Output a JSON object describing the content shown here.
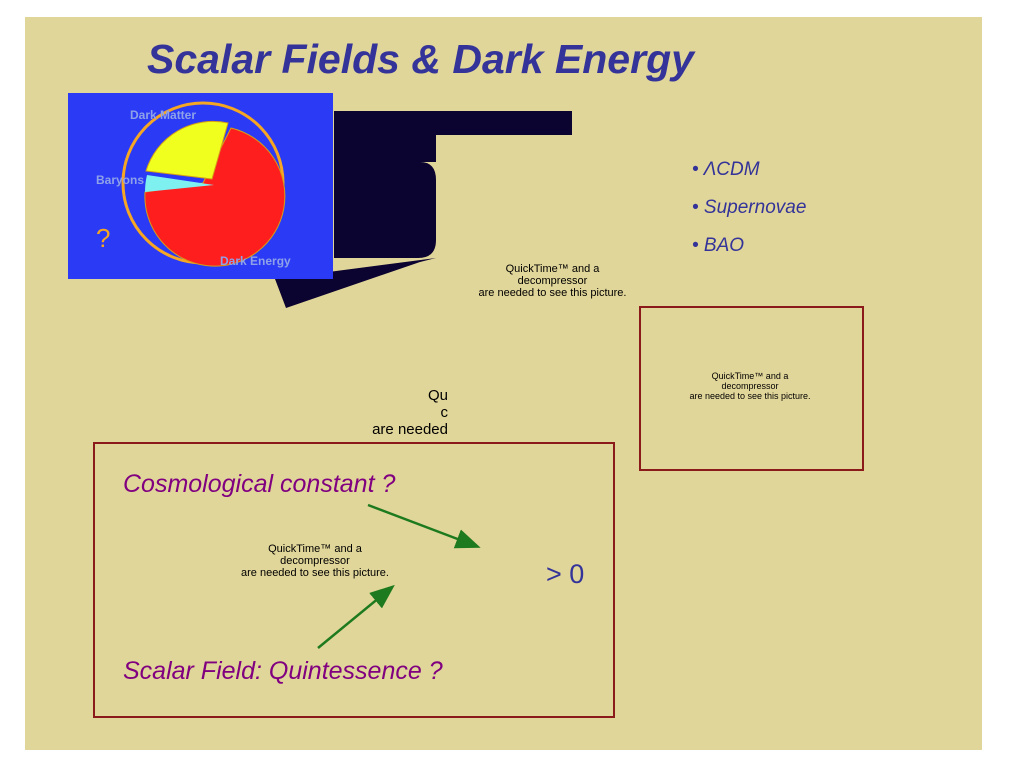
{
  "slide": {
    "title": "Scalar Fields & Dark Energy",
    "background_color": "#e1d699",
    "title_color": "#333399"
  },
  "pie_figure": {
    "labels": {
      "dark_matter": "Dark Matter",
      "baryons": "Baryons",
      "dark_energy": "Dark Energy",
      "unknown": "?"
    },
    "colors": {
      "panel": "#2a3af5",
      "dark_matter": "#f0ff1e",
      "baryons": "#7ff0f0",
      "dark_energy": "#ff1e1e",
      "ring": "#f5a623"
    }
  },
  "bullets": [
    "• ΛCDM",
    "• Supernovae",
    "• BAO"
  ],
  "quicktime_placeholder": {
    "line1": "QuickTime™ and a",
    "line2": "decompressor",
    "line3": "are needed to see this picture."
  },
  "quicktime_partial": {
    "line1": "Qu",
    "line2": "c",
    "line3": "are needed"
  },
  "main_box": {
    "cosmological_constant": "Cosmological constant ?",
    "scalar_field": "Scalar Field: Quintessence ?",
    "greater_than_zero": "> 0",
    "arrow_color": "#1e7a1e",
    "border_color": "#8b1a1a"
  }
}
